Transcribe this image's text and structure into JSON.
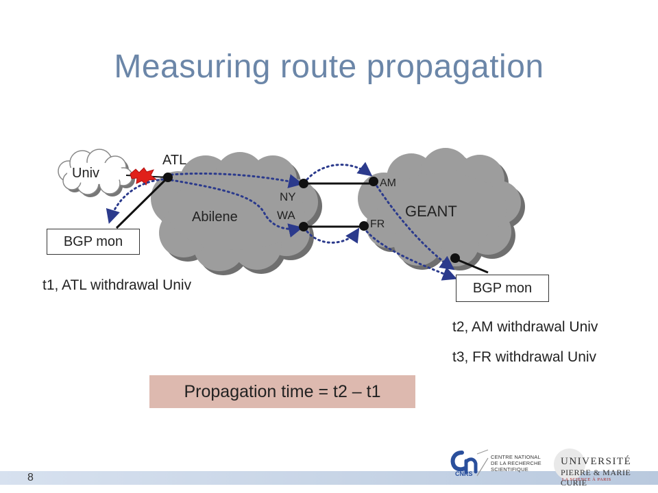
{
  "slide": {
    "title": "Measuring route propagation",
    "page_number": "8"
  },
  "diagram": {
    "clouds": {
      "univ": "Univ",
      "abilene": "Abilene",
      "geant": "GEANT"
    },
    "nodes": {
      "atl": "ATL",
      "ny": "NY",
      "wa": "WA",
      "am": "AM",
      "fr": "FR"
    },
    "monitors": {
      "left": "BGP mon",
      "right": "BGP mon"
    },
    "events": {
      "t1": "t1, ATL withdrawal Univ",
      "t2": "t2, AM withdrawal Univ",
      "t3": "t3, FR withdrawal Univ"
    },
    "formula": "Propagation time = t2 – t1"
  },
  "logos": {
    "cnrs_mark": "CNRS",
    "cnrs_line1": "CENTRE NATIONAL",
    "cnrs_line2": "DE LA RECHERCHE",
    "cnrs_line3": "SCIENTIFIQUE",
    "upmc_line1": "UNIVERSITÉ",
    "upmc_line2": "PIERRE & MARIE CURIE",
    "upmc_line3": "LA SCIENCE À PARIS"
  },
  "colors": {
    "title": "#6b86a8",
    "cloud": "#9d9d9d",
    "dotted_path": "#2b3a8c",
    "formula_bg": "#ddb9af"
  }
}
